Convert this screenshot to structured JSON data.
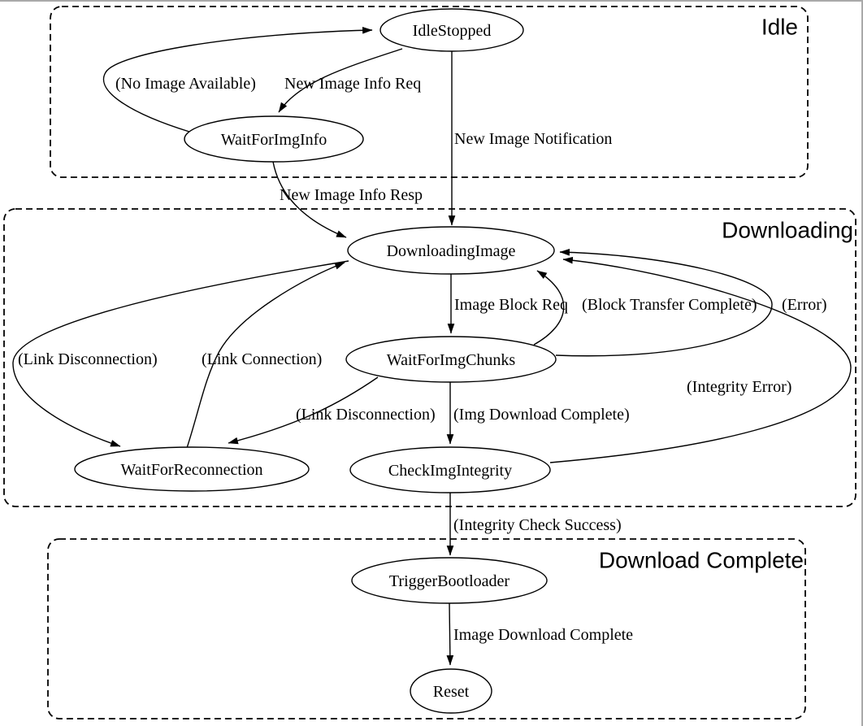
{
  "diagram": {
    "kind": "state-machine",
    "colors": {
      "stroke": "#000000",
      "background": "#ffffff",
      "window_border": "#a9a9a9"
    },
    "clusters": [
      {
        "label": "Idle",
        "states": [
          "IdleStopped",
          "WaitForImgInfo"
        ]
      },
      {
        "label": "Downloading",
        "states": [
          "DownloadingImage",
          "WaitForImgChunks",
          "WaitForReconnection",
          "CheckImgIntegrity"
        ]
      },
      {
        "label": "Download Complete",
        "states": [
          "TriggerBootloader",
          "Reset"
        ]
      }
    ],
    "states": [
      {
        "label": "IdleStopped"
      },
      {
        "label": "WaitForImgInfo"
      },
      {
        "label": "DownloadingImage"
      },
      {
        "label": "WaitForImgChunks"
      },
      {
        "label": "WaitForReconnection"
      },
      {
        "label": "CheckImgIntegrity"
      },
      {
        "label": "TriggerBootloader"
      },
      {
        "label": "Reset"
      }
    ],
    "edges": [
      {
        "from": "IdleStopped",
        "to": "WaitForImgInfo",
        "label": "New Image Info Req"
      },
      {
        "from": "WaitForImgInfo",
        "to": "IdleStopped",
        "label": "(No Image Available)"
      },
      {
        "from": "IdleStopped",
        "to": "DownloadingImage",
        "label": "New Image Notification"
      },
      {
        "from": "WaitForImgInfo",
        "to": "DownloadingImage",
        "label": "New Image Info Resp"
      },
      {
        "from": "DownloadingImage",
        "to": "WaitForImgChunks",
        "label": "Image Block Req"
      },
      {
        "from": "WaitForImgChunks",
        "to": "DownloadingImage",
        "label": "(Block Transfer Complete)"
      },
      {
        "from": "WaitForImgChunks",
        "to": "DownloadingImage",
        "label": "(Error)"
      },
      {
        "from": "DownloadingImage",
        "to": "WaitForReconnection",
        "label": "(Link Disconnection)"
      },
      {
        "from": "WaitForReconnection",
        "to": "DownloadingImage",
        "label": "(Link Connection)"
      },
      {
        "from": "WaitForImgChunks",
        "to": "WaitForReconnection",
        "label": "(Link Disconnection)"
      },
      {
        "from": "WaitForImgChunks",
        "to": "CheckImgIntegrity",
        "label": "(Img Download Complete)"
      },
      {
        "from": "CheckImgIntegrity",
        "to": "DownloadingImage",
        "label": "(Integrity Error)"
      },
      {
        "from": "CheckImgIntegrity",
        "to": "TriggerBootloader",
        "label": "(Integrity Check Success)"
      },
      {
        "from": "TriggerBootloader",
        "to": "Reset",
        "label": "Image Download Complete"
      }
    ]
  }
}
